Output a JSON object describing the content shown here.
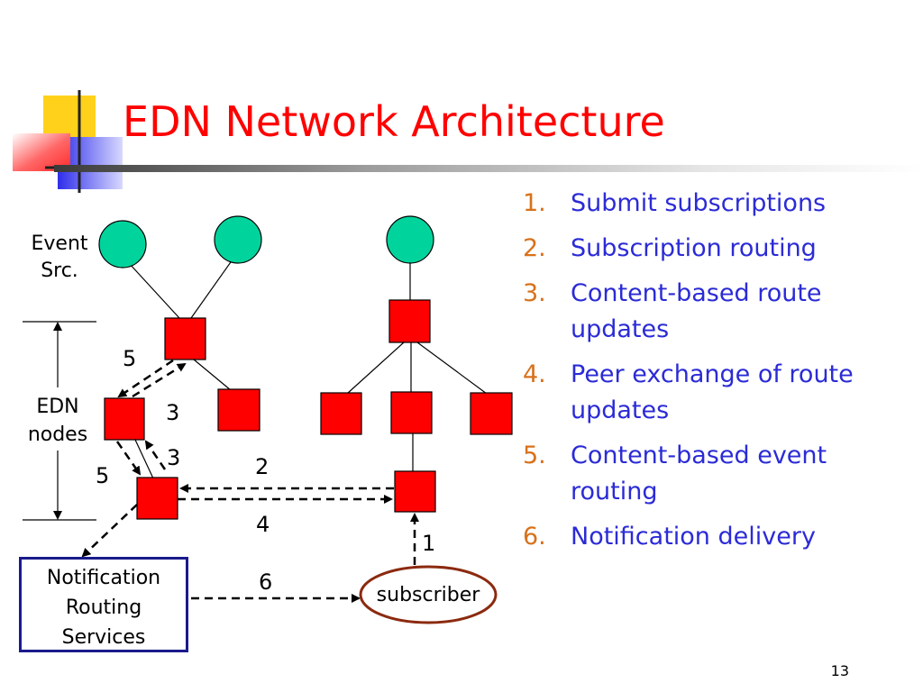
{
  "slide": {
    "title": "EDN Network Architecture",
    "page_number": "13"
  },
  "steps": [
    {
      "number": "1.",
      "text": "Submit subscriptions"
    },
    {
      "number": "2.",
      "text": "Subscription routing"
    },
    {
      "number": "3.",
      "text": "Content-based route updates"
    },
    {
      "number": "4.",
      "text": "Peer exchange of route updates"
    },
    {
      "number": "5.",
      "text": "Content-based event routing"
    },
    {
      "number": "6.",
      "text": "Notification delivery"
    }
  ],
  "diagram": {
    "event_src_label_line1": "Event",
    "event_src_label_line2": "Src.",
    "edn_label_line1": "EDN",
    "edn_label_line2": "nodes",
    "nrs_line1": "Notification",
    "nrs_line2": "Routing",
    "nrs_line3": "Services",
    "subscriber": "subscriber",
    "arrow_labels": {
      "a5_top": "5",
      "a3_top": "3",
      "a3_bottom": "3",
      "a5_bottom": "5",
      "a2": "2",
      "a4": "4",
      "a1": "1",
      "a6": "6"
    },
    "colors": {
      "event_source": "#00d49c",
      "edn_node": "#ff0000",
      "title": "#ff0000",
      "step_number": "#d8711a",
      "step_text": "#2b2bd6",
      "subscriber_ring": "#8b2a0f",
      "nrs_border": "#1a1a8c"
    }
  }
}
